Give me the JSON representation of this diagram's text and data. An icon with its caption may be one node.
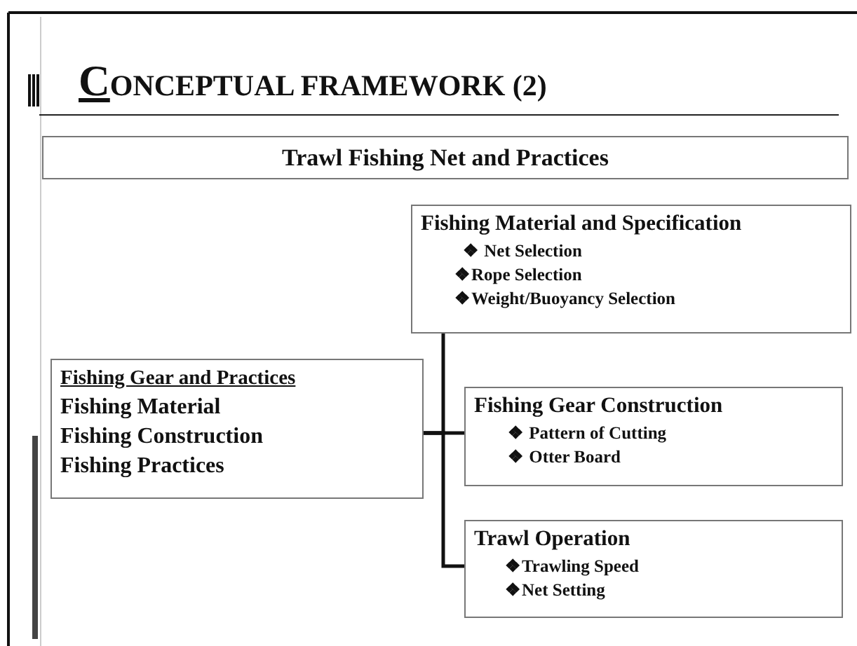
{
  "diagram": {
    "title": "CONCEPTUAL FRAMEWORK (2)",
    "nodes": [
      {
        "text": [
          "Trawl Fishing Net and Practices"
        ]
      },
      {
        "text": [
          "Fishing Material and Specification",
          "❖ Net Selection",
          "❖Rope Selection",
          "❖Weight/Buoyancy Selection"
        ]
      },
      {
        "text": [
          "Fishing Gear and Practices",
          "Fishing Material",
          "Fishing Construction",
          "Fishing Practices"
        ]
      },
      {
        "text": [
          "Fishing Gear Construction",
          "❖ Pattern of Cutting",
          "❖ Otter Board"
        ]
      },
      {
        "text": [
          "Trawl Operation",
          "❖Trawling Speed",
          "❖Net Setting"
        ]
      }
    ],
    "edges": [
      {
        "from": 2,
        "to": 1,
        "arrow": "none"
      },
      {
        "from": 2,
        "to": 3,
        "arrow": "none"
      },
      {
        "from": 2,
        "to": 4,
        "arrow": "none"
      }
    ]
  }
}
